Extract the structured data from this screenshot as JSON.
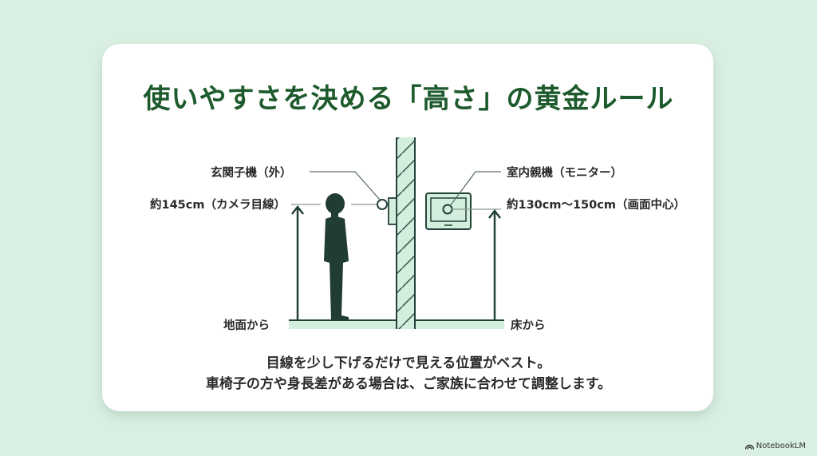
{
  "slide": {
    "title": "使いやすさを決める「高さ」の黄金ルール",
    "colors": {
      "background": "#d9efe2",
      "card": "#ffffff",
      "title": "#1d5a2c",
      "wall_fill": "#d3eedd",
      "line": "#23413a",
      "silhouette": "#203c35"
    }
  },
  "diagram": {
    "outdoor_unit_label": "玄関子機（外）",
    "outdoor_height_label": "約145cm（カメラ目線）",
    "outdoor_base_label": "地面から",
    "indoor_unit_label": "室内親機（モニター）",
    "indoor_height_label": "約130cm〜150cm（画面中心）",
    "indoor_base_label": "床から",
    "icons": [
      "person-silhouette-icon",
      "door-camera-icon",
      "monitor-icon",
      "wall-icon",
      "up-arrow-icon"
    ]
  },
  "captions": {
    "line1": "目線を少し下げるだけで見える位置がベスト。",
    "line2": "車椅子の方や身長差がある場合は、ご家族に合わせて調整します。"
  },
  "branding": {
    "label": "NotebookLM"
  }
}
